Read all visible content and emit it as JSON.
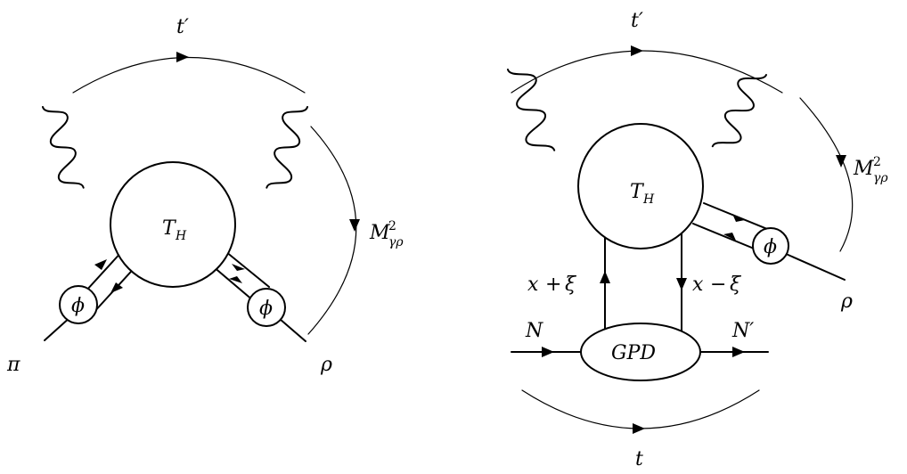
{
  "left_diagram": {
    "t_prime": "t′",
    "mass_label": "M",
    "mass_sup": "2",
    "mass_sub": "γρ",
    "hard_part": "T",
    "hard_part_sub": "H",
    "da_left": "ϕ",
    "da_right": "ϕ",
    "pion": "π",
    "rho": "ρ"
  },
  "right_diagram": {
    "t_prime": "t′",
    "mass_label": "M",
    "mass_sup": "2",
    "mass_sub": "γρ",
    "hard_part": "T",
    "hard_part_sub": "H",
    "da": "ϕ",
    "rho": "ρ",
    "x_plus": "x",
    "x_plus_op": "+",
    "x_plus_xi": "ξ",
    "x_minus": "x",
    "x_minus_op": "−",
    "x_minus_xi": "ξ",
    "gpd": "GPD",
    "nucleon_in": "N",
    "nucleon_out": "N′",
    "t": "t"
  }
}
